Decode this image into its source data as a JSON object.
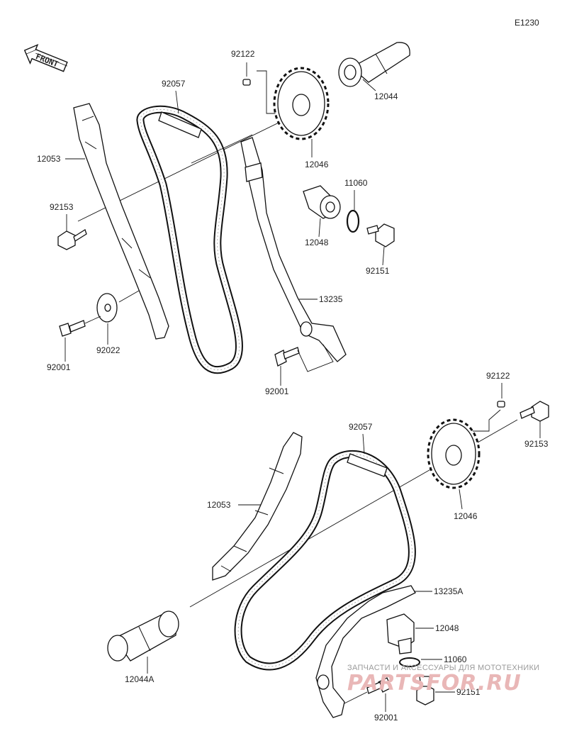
{
  "diagram": {
    "code": "E1230",
    "front_label": "FRONT",
    "labels": {
      "top": {
        "pin_92122": "92122",
        "chain_92057": "92057",
        "camshaft_12044": "12044",
        "guide_12053": "12053",
        "sprocket_12046": "12046",
        "washer_11060": "11060",
        "bolt_92153": "92153",
        "tensioner_12048": "12048",
        "bolt_92151": "92151",
        "tensioner_guide_13235": "13235",
        "washer_92022": "92022",
        "bolt_92001_left": "92001",
        "bolt_92001_right": "92001"
      },
      "bottom": {
        "pin_92122": "92122",
        "chain_92057": "92057",
        "bolt_92153": "92153",
        "guide_12053": "12053",
        "sprocket_12046": "12046",
        "tensioner_guide_13235A": "13235A",
        "tensioner_12048": "12048",
        "washer_11060": "11060",
        "camshaft_12044A": "12044A",
        "bolt_92151": "92151",
        "bolt_92001": "92001"
      }
    }
  },
  "watermark": {
    "tagline": "ЗАПЧАСТИ И АКСЕССУАРЫ ДЛЯ МОТОТЕХНИКИ",
    "brand_a": "PARTS",
    "brand_b": "FOR.RU"
  }
}
